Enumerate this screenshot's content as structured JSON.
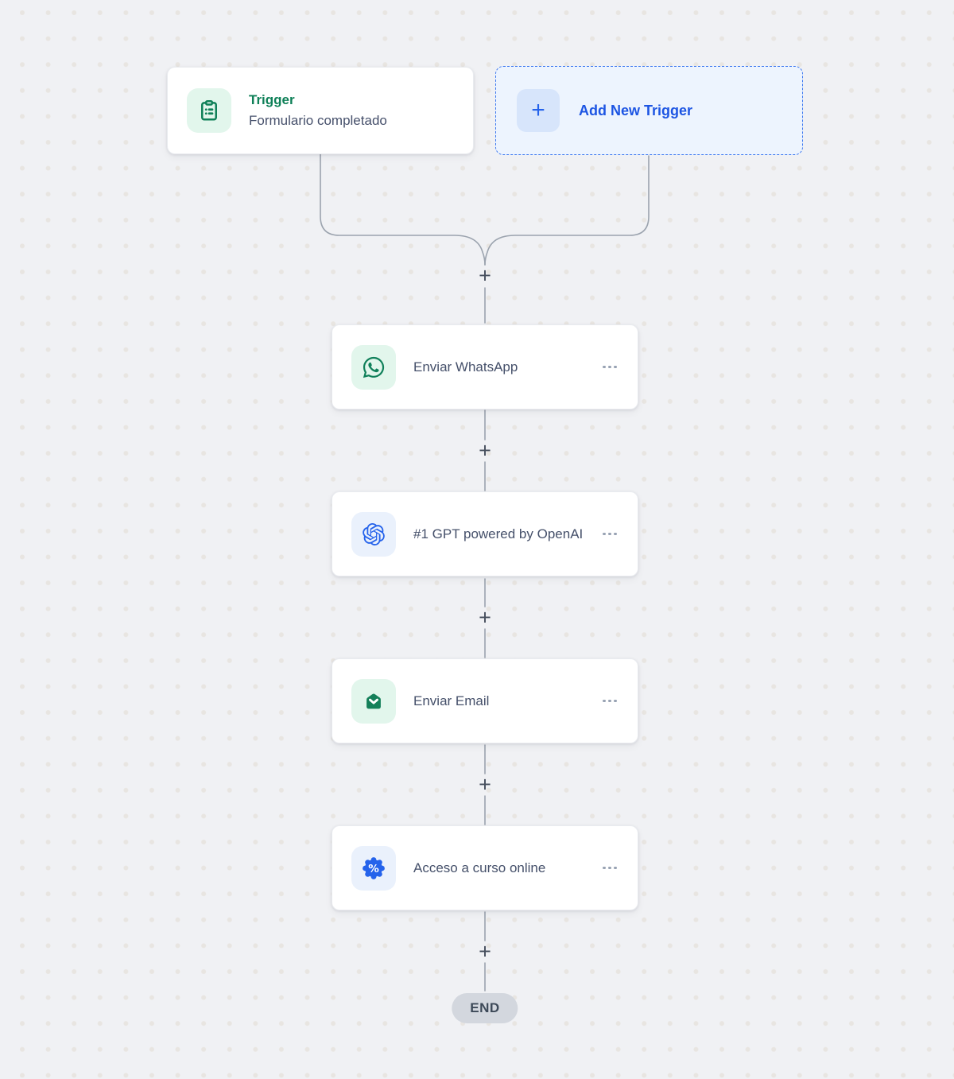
{
  "workflow": {
    "trigger": {
      "title": "Trigger",
      "subtitle": "Formulario completado",
      "icon": "clipboard-icon"
    },
    "add_trigger": {
      "label": "Add New Trigger",
      "icon": "plus-icon"
    },
    "actions": [
      {
        "title": "Enviar WhatsApp",
        "icon": "whatsapp-icon",
        "tile_bg": "#e2f6ec",
        "icon_color": "#10805a"
      },
      {
        "title": "#1 GPT powered by OpenAI",
        "icon": "openai-icon",
        "tile_bg": "#eaf1fc",
        "icon_color": "#2563eb"
      },
      {
        "title": "Enviar Email",
        "icon": "email-icon",
        "tile_bg": "#e2f6ec",
        "icon_color": "#15805a"
      },
      {
        "title": "Acceso a curso online",
        "icon": "percent-badge-icon",
        "tile_bg": "#eaf1fc",
        "icon_color": "#2563eb"
      }
    ],
    "end_label": "END"
  },
  "symbols": {
    "plus": "+",
    "more_options": "..."
  },
  "colors": {
    "canvas_bg": "#f0f1f4",
    "dot_grid": "#e8e5e1",
    "connector_line": "#9ba3ae",
    "plus_glyph": "#47505e",
    "green_accent": "#0f8058",
    "mint_tile": "#e2f6ec",
    "blue_accent": "#2563eb",
    "blue_tile": "#eaf1fc",
    "add_trigger_bg": "#edf4fe",
    "add_trigger_border": "#3e79f0",
    "add_trigger_text": "#1d55e3",
    "card_bg": "#ffffff",
    "body_text": "#45506a",
    "end_pill_bg": "#d3d7de",
    "end_pill_text": "#3d4958"
  }
}
